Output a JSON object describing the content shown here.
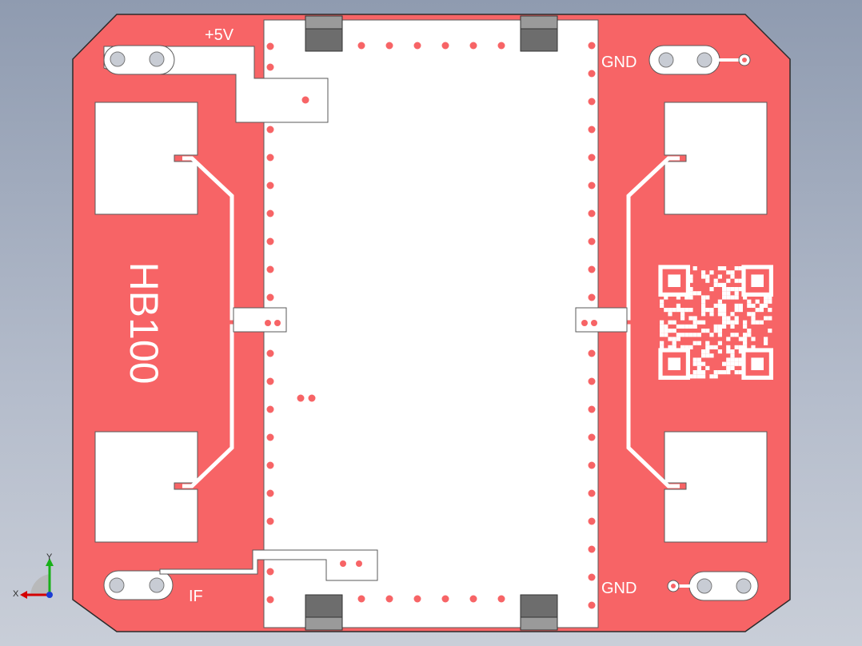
{
  "window": {
    "title": "HB100 PCB 3D view"
  },
  "board": {
    "title": "HB100",
    "labels": {
      "vcc": "+5V",
      "gnd_top": "GND",
      "gnd_bottom": "GND",
      "if_out": "IF"
    }
  },
  "triad": {
    "x_label": "X",
    "y_label": "Y"
  },
  "colors": {
    "board": "#f76466",
    "copper_exposed": "#ffffff",
    "via": "#f76466",
    "clip": "#6d6d6d",
    "background_top": "#8f9bb0",
    "background_bottom": "#c9ced8",
    "x_axis": "#d40000",
    "y_axis": "#18b018"
  },
  "icons": [
    "view-triad-icon",
    "qr-code-icon"
  ]
}
